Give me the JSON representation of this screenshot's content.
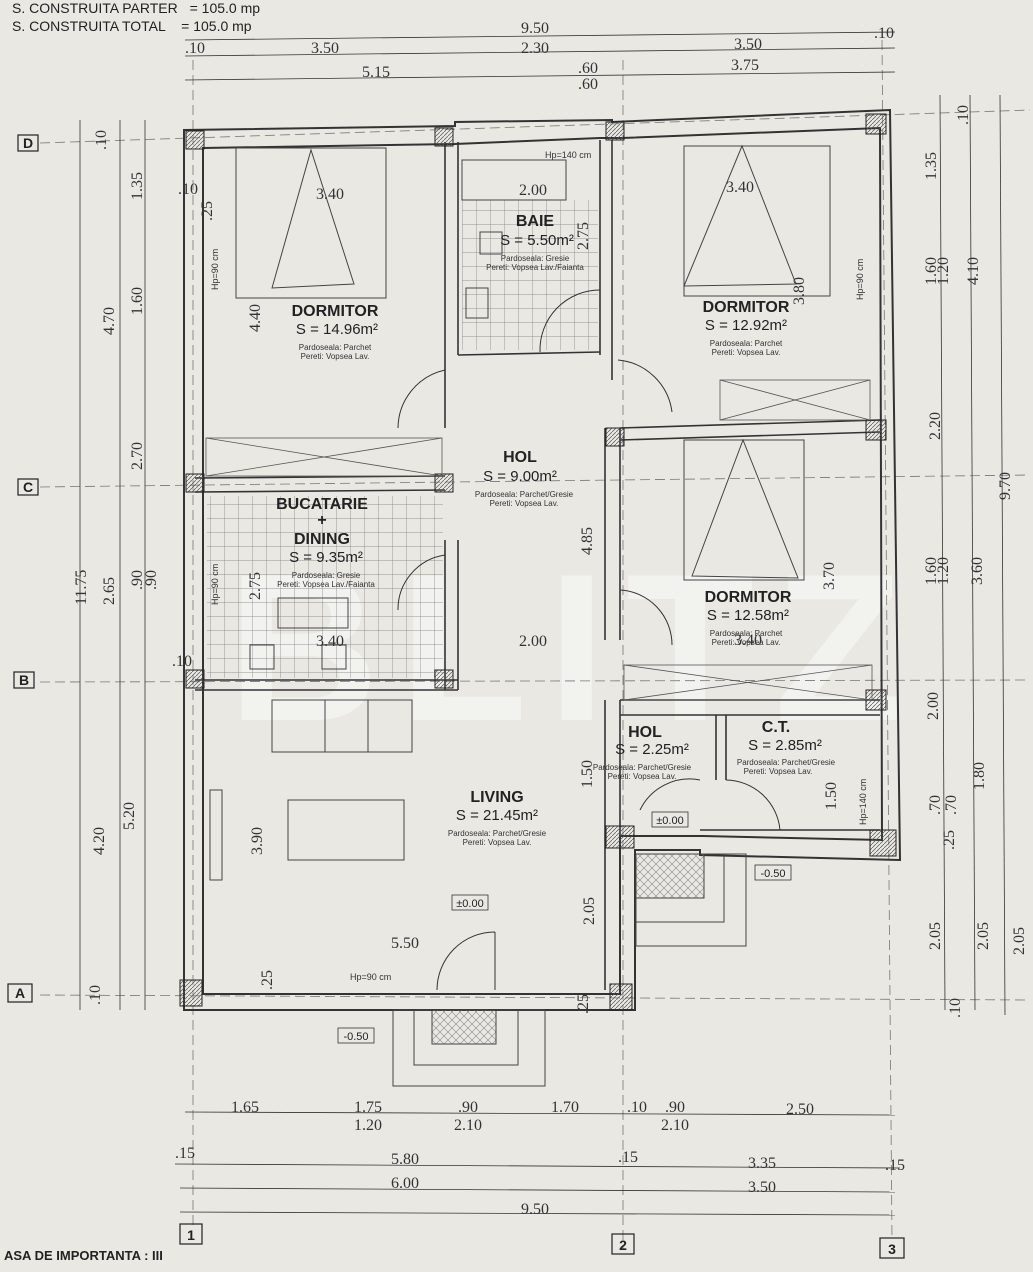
{
  "header": {
    "line1_label": "S. CONSTRUITA PARTER",
    "line1_value": "= 105.0 mp",
    "line2_label": "S. CONSTRUITA TOTAL",
    "line2_value": "= 105.0 mp"
  },
  "footer": {
    "importance": "ASA DE IMPORTANTA : III"
  },
  "watermark": "BLITZ",
  "axes": {
    "rows": [
      "D",
      "C",
      "B",
      "A"
    ],
    "cols": [
      "1",
      "2",
      "3"
    ]
  },
  "rooms": [
    {
      "name": "DORMITOR",
      "area": "S = 14.96m²",
      "floor": "Pardoseala: Parchet",
      "walls": "Pereti: Vopsea Lav."
    },
    {
      "name": "BAIE",
      "area": "S = 5.50m²",
      "floor": "Pardoseala: Gresie",
      "walls": "Pereti: Vopsea Lav./Faianta"
    },
    {
      "name": "DORMITOR",
      "area": "S = 12.92m²",
      "floor": "Pardoseala: Parchet",
      "walls": "Pereti: Vopsea Lav."
    },
    {
      "name": "HOL",
      "area": "S = 9.00m²",
      "floor": "Pardoseala: Parchet/Gresie",
      "walls": "Pereti: Vopsea Lav."
    },
    {
      "name": "BUCATARIE",
      "name2": "+",
      "name3": "DINING",
      "area": "S = 9.35m²",
      "floor": "Pardoseala: Gresie",
      "walls": "Pereti: Vopsea Lav./Faianta"
    },
    {
      "name": "DORMITOR",
      "area": "S = 12.58m²",
      "floor": "Pardoseala: Parchet",
      "walls": "Pereti: Vopsea Lav."
    },
    {
      "name": "HOL",
      "area": "S = 2.25m²",
      "floor": "Pardoseala: Parchet/Gresie",
      "walls": "Pereti: Vopsea Lav."
    },
    {
      "name": "C.T.",
      "area": "S = 2.85m²",
      "floor": "Pardoseala: Parchet/Gresie",
      "walls": "Pereti: Vopsea Lav."
    },
    {
      "name": "LIVING",
      "area": "S = 21.45m²",
      "floor": "Pardoseala: Parchet/Gresie",
      "walls": "Pereti: Vopsea Lav."
    }
  ],
  "levels": [
    "±0.00",
    "±0.00",
    "-0.50",
    "-0.50"
  ],
  "sill_notes": [
    "Hp=90 cm",
    "Hp=140 cm",
    "Hp=90 cm",
    "Hp=90 cm",
    "Hp=90 cm",
    "Hp=140 cm"
  ],
  "dims_top": [
    "9.50",
    ".10",
    "3.50",
    "2.30",
    "3.50",
    ".10",
    "5.15",
    ".60",
    ".60",
    "3.75"
  ],
  "dims_bottom": [
    "1.65",
    "1.75",
    "1.20",
    ".90",
    "2.10",
    "1.70",
    ".10",
    ".90",
    "2.10",
    "2.50",
    ".15",
    "5.80",
    ".15",
    "3.35",
    ".15",
    "6.00",
    "3.50",
    "9.50"
  ],
  "dims_left": [
    ".10",
    "1.35",
    "4.70",
    "1.60",
    "2.70",
    "11.75",
    "2.65",
    ".90",
    ".90",
    "4.20",
    "5.20",
    ".10"
  ],
  "dims_right": [
    ".10",
    "1.35",
    "1.60",
    "1.20",
    "4.10",
    "2.20",
    "9.70",
    "1.60",
    "1.20",
    "3.60",
    "2.00",
    "1.80",
    ".70",
    ".25",
    ".70",
    "2.05",
    "2.05",
    "2.05",
    ".10"
  ],
  "dims_inner": [
    "3.40",
    "4.40",
    "2.00",
    "2.75",
    "3.40",
    "3.80",
    "2.00",
    "3.40",
    "4.85",
    "3.70",
    "3.40",
    "2.75",
    "1.50",
    "3.90",
    "5.50",
    "2.05",
    "1.50",
    ".25",
    ".25",
    ".25",
    ".10",
    ".10"
  ]
}
